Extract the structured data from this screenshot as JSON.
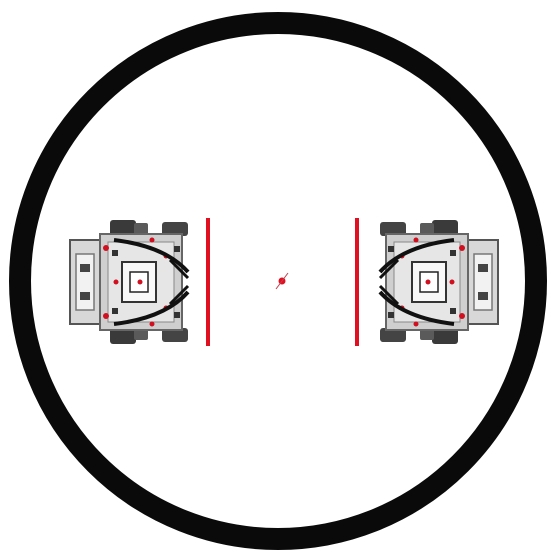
{
  "arena": {
    "shape": "circle",
    "ring_color": "#0a0a0a",
    "fill_color": "#ffffff"
  },
  "start_lines": {
    "count": 2,
    "color": "#e01020"
  },
  "center_mark": {
    "color": "#e01020"
  },
  "robots": [
    {
      "name": "left-robot",
      "facing": "right"
    },
    {
      "name": "right-robot",
      "facing": "left"
    }
  ]
}
